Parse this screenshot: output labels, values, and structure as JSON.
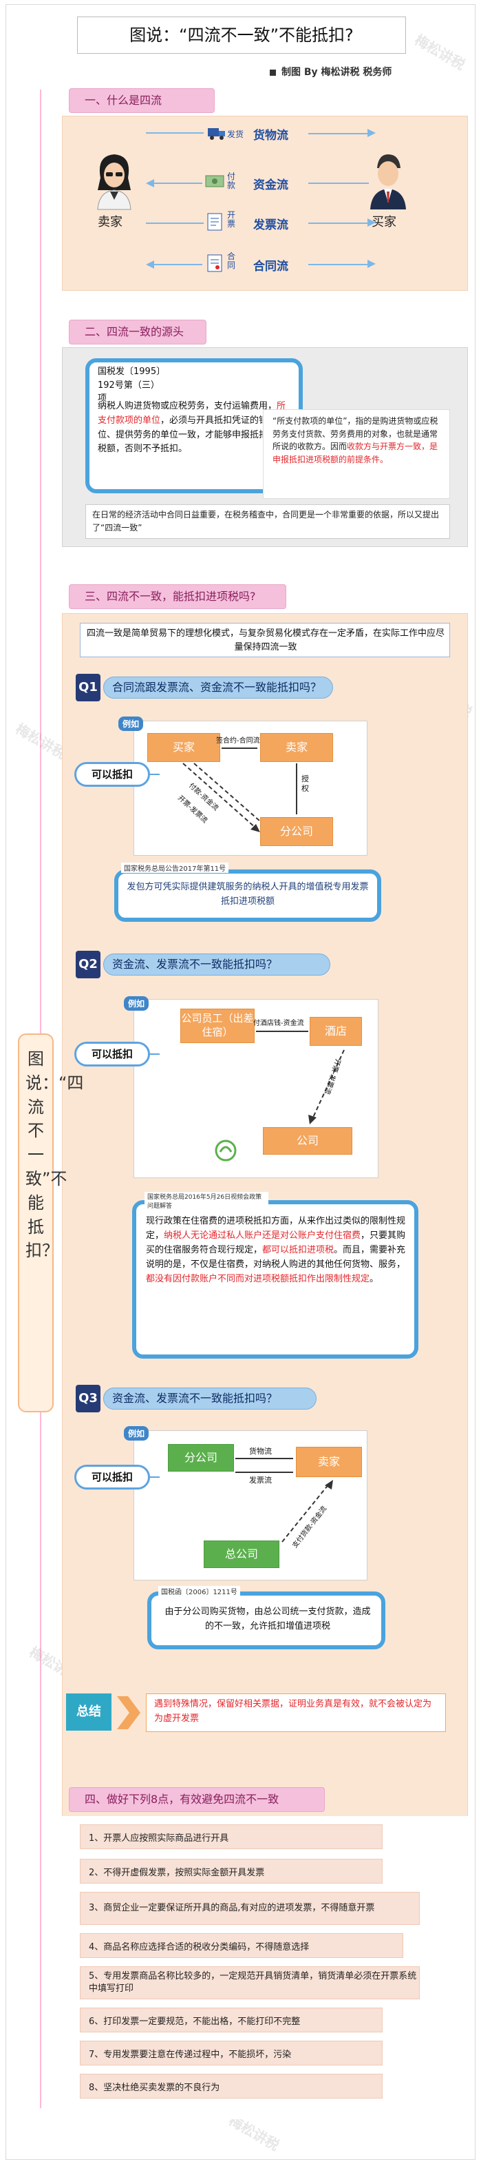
{
  "title": "图说：“四流不一致”不能抵扣?",
  "credit": "制图 By 梅松讲税 税务师",
  "side_caption": "图说：“四流不一致”不能抵扣？",
  "watermark": "梅松讲税",
  "section1": {
    "label": "一、什么是四流",
    "seller": "卖家",
    "buyer": "买家",
    "flows": [
      {
        "name": "货物流",
        "icon_caption": "发货"
      },
      {
        "name": "资金流",
        "icon_caption": "付款"
      },
      {
        "name": "发票流",
        "icon_caption": "开票"
      },
      {
        "name": "合同流",
        "icon_caption": "合同"
      }
    ]
  },
  "section2": {
    "label": "二、四流一致的源头",
    "doc_ref": "国税发〔1995〕192号第（三）项",
    "quote_pre": "纳税人购进货物或应税劳务，支付运输费用，",
    "quote_red": "所支付款项的单位",
    "quote_post": "，必须与开具抵扣凭证的销货单位、提供劳务的单位一致，才能够申报抵扣进项税额，否则不予抵扣。",
    "explain_pre": "“所支付款项的单位”，指的是购进货物或应税劳务支付货款、劳务费用的对象，也就是通常所说的收款方。因而",
    "explain_red": "收款方与开票方一致，是申报抵扣进项税额的前提条件。",
    "bottom_note": "在日常的经济活动中合同日益重要，在税务稽查中，合同更是一个非常重要的依据，所以又提出了“四流一致”"
  },
  "section3": {
    "label": "三、四流不一致，能抵扣进项税吗?",
    "intro": "四流一致是简单贸易下的理想化模式，与复杂贸易化模式存在一定矛盾，在实际工作中应尽量保持四流一致",
    "example": "例如",
    "can_deduct": "可以抵扣",
    "q1": {
      "badge": "Q1",
      "question": "合同流跟发票流、资金流不一致能抵扣吗？",
      "buyer": "买家",
      "seller": "卖家",
      "branch": "分公司",
      "contract_label": "签合约-合同流",
      "auth_label": "授权",
      "diag1": "付款-资金流",
      "diag2": "开票-发票流",
      "doc_ref": "国家税务总局公告2017年第11号",
      "note": "发包方可凭实际提供建筑服务的纳税人开具的增值税专用发票抵扣进项税额"
    },
    "q2": {
      "badge": "Q2",
      "question": "资金流、发票流不一致能抵扣吗？",
      "employee": "公司员工（出差住宿）",
      "hotel": "酒店",
      "company": "公司",
      "pay_label": "付酒店钱-资金流",
      "invoice_label": "开票-发票流",
      "doc_ref": "国家税务总局2016年5月26日视频会政策问题解答",
      "note_pre": "现行政策在住宿费的进项税抵扣方面，从来作出过类似的限制性规定，",
      "note_red1": "纳税人无论通过私人账户还是对公账户支付住宿费",
      "note_mid": "，只要其购买的住宿服务符合现行规定，",
      "note_red2": "都可以抵扣进项税",
      "note_mid2": "。而且，需要补充说明的是，不仅是住宿费，对纳税人购进的其他任何货物、服务，",
      "note_red3": "都没有因付款账户不同而对进项税额抵扣作出限制性规定",
      "note_post": "。"
    },
    "q3": {
      "badge": "Q3",
      "question": "资金流、发票流不一致能抵扣吗？",
      "branch": "分公司",
      "seller": "卖家",
      "hq": "总公司",
      "goods_label": "货物流",
      "invoice_label": "发票流",
      "pay_label": "支付货款-资金流",
      "doc_ref": "国税函〔2006〕1211号",
      "note": "由于分公司购买货物，由总公司统一支付货款，造成的不一致，允许抵扣增值进项税"
    },
    "summary": {
      "badge": "总结",
      "text": "遇到特殊情况，保留好相关票据，证明业务真是有效，就不会被认定为为虚开发票"
    }
  },
  "section4": {
    "label": "四、做好下列8点，有效避免四流不一致",
    "items": [
      "1、开票人应按照实际商品进行开具",
      "2、不得开虚假发票，按照实际金额开具发票",
      "3、商贸企业一定要保证所开具的商品,有对应的进项发票，不得随意开票",
      "4、商品名称应选择合适的税收分类编码，不得随意选择",
      "5、专用发票商品名称比较多的，一定规范开具销货清单，销货清单必须在开票系统中填写打印",
      "6、打印发票一定要规范，不能出格，不能打印不完整",
      "7、专用发票要注意在传递过程中，不能损坏，污染",
      "8、坚决杜绝买卖发票的不良行为"
    ]
  },
  "colors": {
    "section_tab": "#f4c0dc",
    "peach": "#fbe6d4",
    "orange": "#f4a65d",
    "green": "#5bb04d",
    "navy": "#263b75",
    "blue_bar": "#a8cfee",
    "red": "#e3262b"
  }
}
